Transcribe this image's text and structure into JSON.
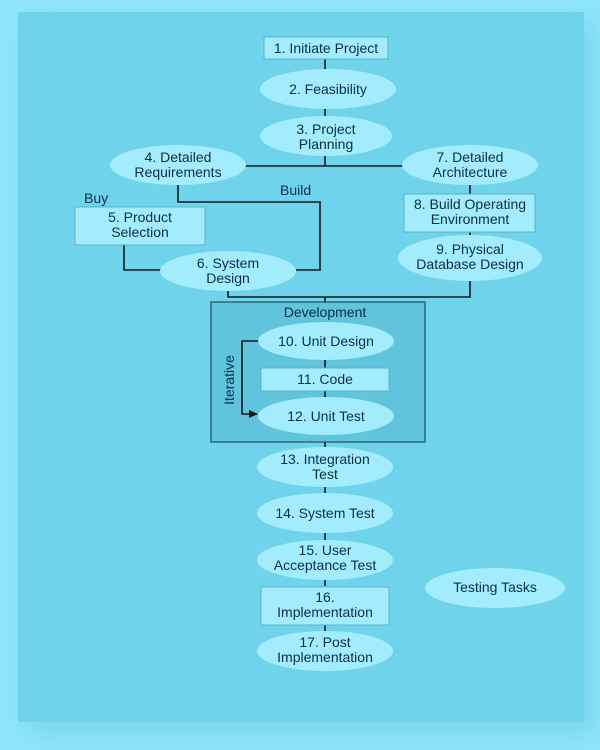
{
  "nodes": {
    "n1": {
      "l1": "1. Initiate Project"
    },
    "n2": {
      "l1": "2. Feasibility"
    },
    "n3": {
      "l1": "3. Project",
      "l2": "Planning"
    },
    "n4": {
      "l1": "4. Detailed",
      "l2": "Requirements"
    },
    "n5": {
      "l1": "5. Product",
      "l2": "Selection"
    },
    "n6": {
      "l1": "6. System",
      "l2": "Design"
    },
    "n7": {
      "l1": "7. Detailed",
      "l2": "Architecture"
    },
    "n8": {
      "l1": "8. Build Operating",
      "l2": "Environment"
    },
    "n9": {
      "l1": "9. Physical",
      "l2": "Database Design"
    },
    "n10": {
      "l1": "10. Unit Design"
    },
    "n11": {
      "l1": "11. Code"
    },
    "n12": {
      "l1": "12. Unit Test"
    },
    "n13": {
      "l1": "13. Integration",
      "l2": "Test"
    },
    "n14": {
      "l1": "14. System Test"
    },
    "n15": {
      "l1": "15. User",
      "l2": "Acceptance Test"
    },
    "n16": {
      "l1": "16.",
      "l2": "Implementation"
    },
    "n17": {
      "l1": "17. Post",
      "l2": "Implementation"
    }
  },
  "labels": {
    "buy": "Buy",
    "build": "Build",
    "development": "Development",
    "iterative": "Iterative",
    "testing_tasks": "Testing Tasks"
  },
  "colors": {
    "background": "#8fe6fb",
    "panel": "#6fd3ec",
    "shape_fill": "#a3ecfb",
    "dev_box": "#5fc4dc",
    "line": "#1a1a1a",
    "text": "#0a2f48"
  }
}
